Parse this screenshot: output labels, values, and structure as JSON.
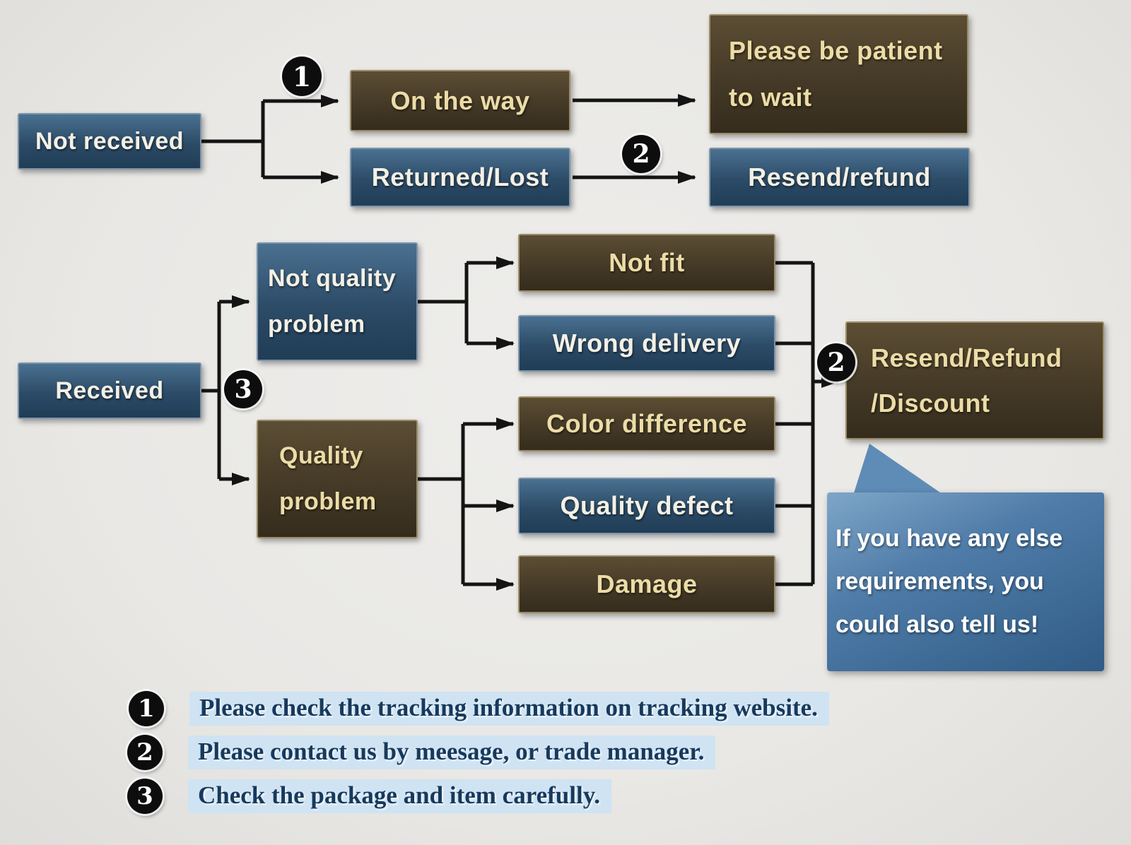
{
  "title": "Delivery dispute resolution flowchart",
  "colors": {
    "canvas-bg": "#e9e8e5",
    "blue-box": "#2c4b67",
    "blue-box-light": "#4a7191",
    "blue-box-border": "#7d94a9",
    "blue-box-text": "#f3f0e5",
    "brown-box": "#453a27",
    "brown-box-light": "#5c4e34",
    "brown-box-border": "#9c8c66",
    "brown-box-text": "#ecdca6",
    "bubble-top": "#7fa6c9",
    "bubble-bottom": "#2f5b86",
    "bubble-text": "#ffffff",
    "badge-bg": "#0d0d0d",
    "badge-text": "#ffffff",
    "legend-text": "#17395c",
    "legend-highlight": "#cfe3f3",
    "connector": "#141414"
  },
  "flow": {
    "not_received": {
      "label": "Not received"
    },
    "on_the_way": {
      "label": "On the way"
    },
    "returned_lost": {
      "label": "Returned/Lost"
    },
    "be_patient": {
      "line1": "Please be patient",
      "line2": "to wait"
    },
    "resend_refund": {
      "label": "Resend/refund"
    },
    "received": {
      "label": "Received"
    },
    "not_quality_problem": {
      "line1": "Not quality",
      "line2": "problem"
    },
    "quality_problem": {
      "line1": "Quality",
      "line2": "problem"
    },
    "not_fit": {
      "label": "Not fit"
    },
    "wrong_delivery": {
      "label": "Wrong delivery"
    },
    "color_difference": {
      "label": "Color difference"
    },
    "quality_defect": {
      "label": "Quality defect"
    },
    "damage": {
      "label": "Damage"
    },
    "resend_refund_discount": {
      "line1": "Resend/Refund",
      "line2": "/Discount"
    },
    "bubble": {
      "line1": "If you have any else",
      "line2": "requirements, you",
      "line3": "could also tell us!"
    }
  },
  "badges": {
    "one": "1",
    "two": "2",
    "three": "3"
  },
  "legend": {
    "items": [
      {
        "num": "1",
        "text": "Please check the tracking information on tracking website."
      },
      {
        "num": "2",
        "text": "Please contact us by meesage, or trade manager."
      },
      {
        "num": "3",
        "text": "Check the package and item carefully."
      }
    ]
  }
}
